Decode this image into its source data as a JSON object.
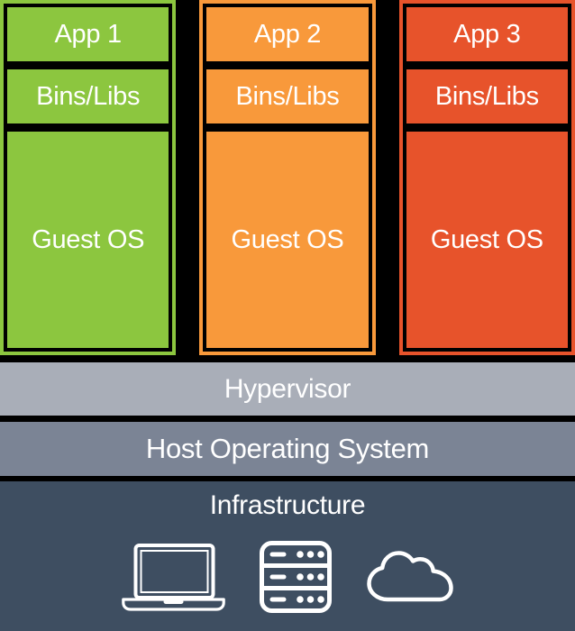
{
  "colors": {
    "background": "#000000",
    "vm_green": "#8cc63f",
    "vm_orange": "#f8993b",
    "vm_red": "#e7532b",
    "hypervisor_bar": "#a9aeb8",
    "host_os_bar": "#7b8495",
    "infrastructure_bg": "#3e4e61",
    "text": "#ffffff",
    "icon_stroke": "#ffffff"
  },
  "columns": [
    {
      "name": "vm-1",
      "color": "#8cc63f",
      "app_label": "App 1",
      "bins_label": "Bins/Libs",
      "guest_label": "Guest OS"
    },
    {
      "name": "vm-2",
      "color": "#f8993b",
      "app_label": "App 2",
      "bins_label": "Bins/Libs",
      "guest_label": "Guest OS"
    },
    {
      "name": "vm-3",
      "color": "#e7532b",
      "app_label": "App 3",
      "bins_label": "Bins/Libs",
      "guest_label": "Guest OS"
    }
  ],
  "layers": {
    "hypervisor": {
      "label": "Hypervisor"
    },
    "host_os": {
      "label": "Host Operating System"
    },
    "infrastructure": {
      "label": "Infrastructure",
      "icons": [
        "laptop-icon",
        "server-icon",
        "cloud-icon"
      ]
    }
  }
}
